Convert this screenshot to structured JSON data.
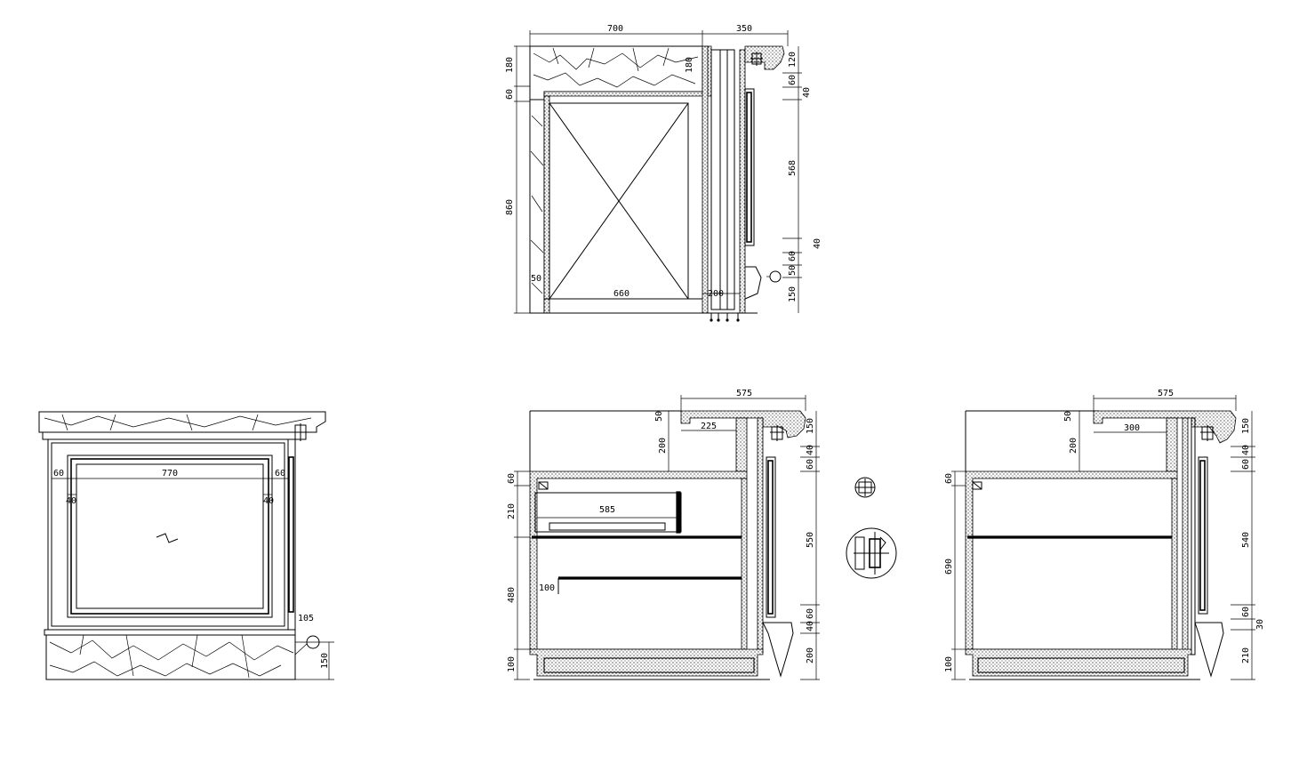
{
  "plan": {
    "dims": {
      "top_left": "700",
      "top_right": "350",
      "left_180": "180",
      "left_60": "60",
      "left_860": "860",
      "inner_180": "180",
      "inner_50": "50",
      "bottom_660": "660",
      "bottom_200": "200",
      "right_120": "120",
      "right_60": "60",
      "right_40a": "40",
      "right_568": "568",
      "right_40b": "40",
      "right_60b": "60",
      "right_50": "50",
      "right_150": "150"
    }
  },
  "front": {
    "dims": {
      "width_770": "770",
      "left_60": "60",
      "right_60": "60",
      "left_40": "40",
      "right_40": "40",
      "d_105": "105",
      "d_150": "150"
    }
  },
  "section_a": {
    "dims": {
      "top_575": "575",
      "d_50": "50",
      "d_225": "225",
      "d_200": "200",
      "d_150": "150",
      "d_40a": "40",
      "d_60a": "60",
      "d_60": "60",
      "d_210": "210",
      "d_585": "585",
      "d_480": "480",
      "d_100a": "100",
      "d_100b": "100",
      "d_550": "550",
      "d_60b": "60",
      "d_40b": "40",
      "d_200b": "200"
    }
  },
  "section_b": {
    "dims": {
      "top_575": "575",
      "d_50": "50",
      "d_300": "300",
      "d_200": "200",
      "d_150": "150",
      "d_40": "40",
      "d_60a": "60",
      "d_60": "60",
      "d_690": "690",
      "d_100": "100",
      "d_540": "540",
      "d_60b": "60",
      "d_30": "30",
      "d_210": "210"
    }
  }
}
